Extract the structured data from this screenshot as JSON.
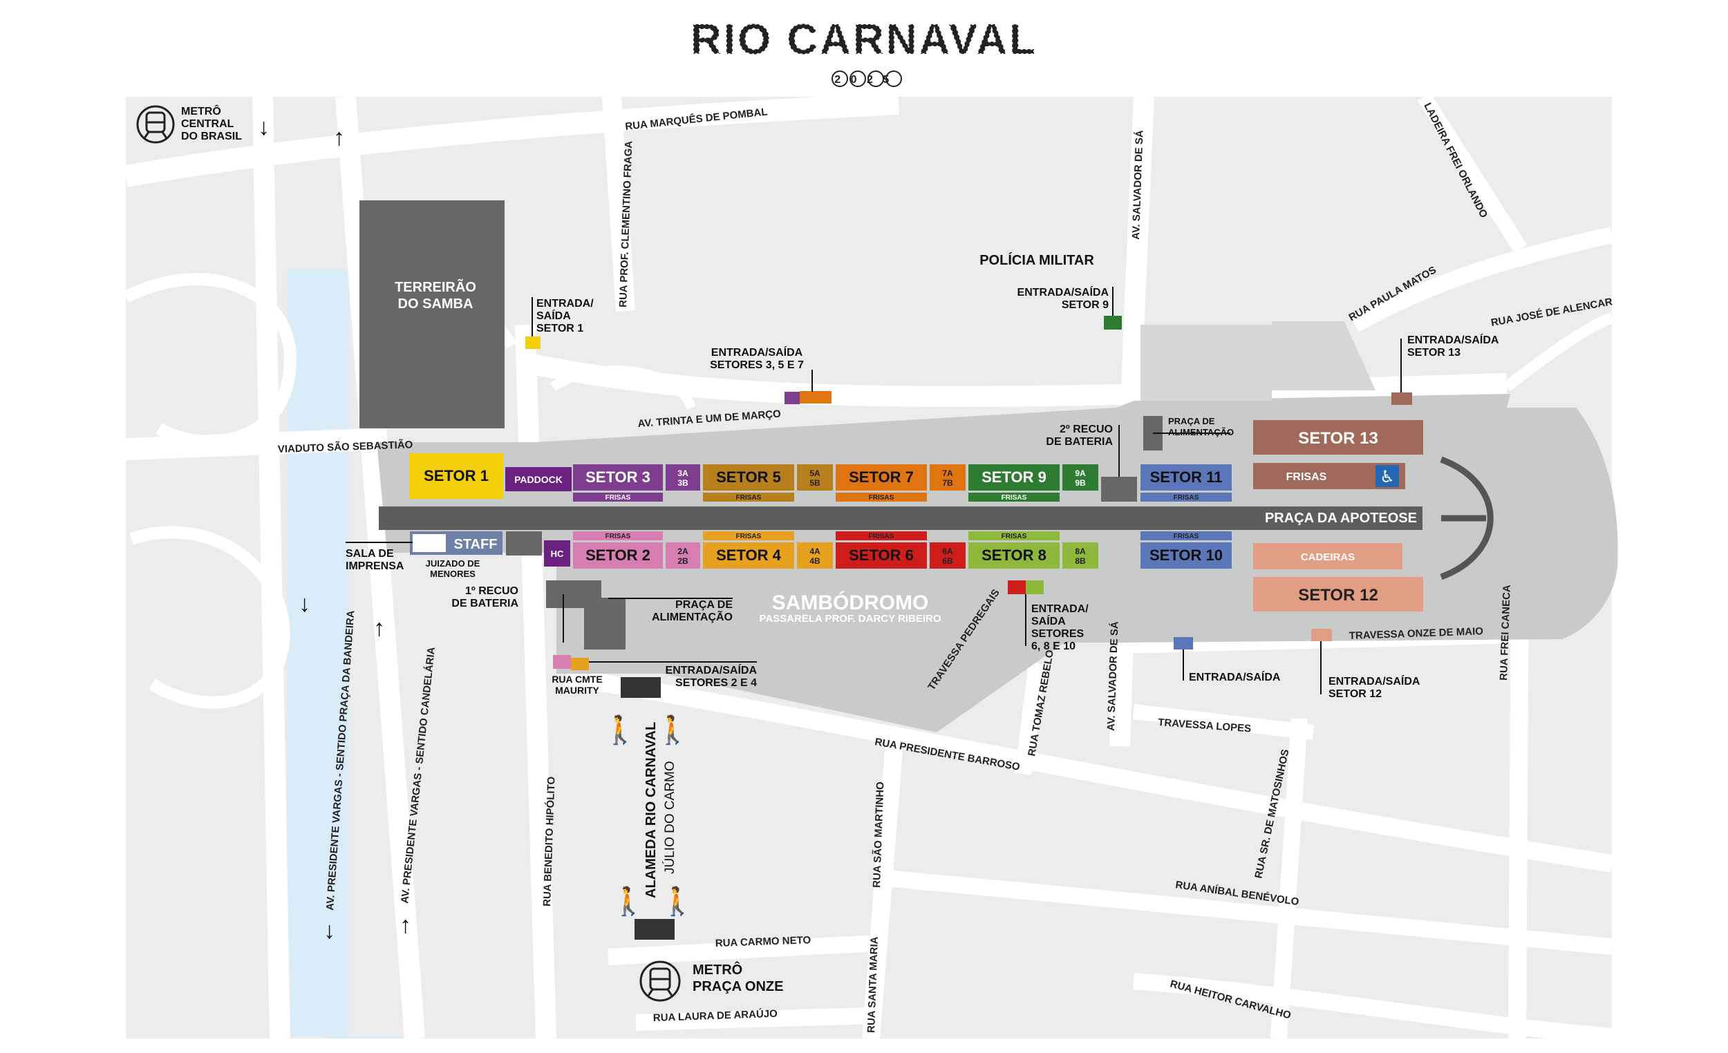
{
  "header": {
    "logo_text": "RIO CARNAVAL",
    "year": "2025"
  },
  "colors": {
    "yellow": "#f2cf0a",
    "purple": "#7f3d90",
    "dark_purple": "#6b2180",
    "brown_gold": "#b8801c",
    "orange": "#e07411",
    "green": "#2e7b32",
    "blue": "#5c77b9",
    "brown": "#a0695a",
    "pink": "#d77db1",
    "light_orange": "#e7a11e",
    "red": "#cf1d1b",
    "lime": "#8db83b",
    "salmon": "#e29d85",
    "dark_gray": "#666868",
    "track_gray": "#5c5d5e",
    "area_gray": "#c9caca",
    "water": "#d9ecf7"
  },
  "icons": {
    "metro_icon": "metro-train-icon",
    "accessibility_icon": "wheelchair-icon",
    "pedestrian_icon": "pedestrian-icon",
    "arrow_up": "↑",
    "arrow_down": "↓"
  },
  "landmarks": {
    "metro_central": [
      "METRÔ",
      "CENTRAL",
      "DO BRASIL"
    ],
    "metro_praca_onze": [
      "METRÔ",
      "PRAÇA ONZE"
    ],
    "terreirao": [
      "TERREIRÃO",
      "DO SAMBA"
    ],
    "policia_militar": "POLÍCIA MILITAR",
    "sambodromo": "SAMBÓDROMO",
    "sambodromo_sub": "PASSARELA PROF. DARCY RIBEIRO",
    "praca_apoteose": "PRAÇA DA APOTEOSE"
  },
  "sectors": {
    "setor1": "SETOR 1",
    "paddock": "PADDOCK",
    "setor3": "SETOR 3",
    "s3ab": [
      "3A",
      "3B"
    ],
    "setor5": "SETOR 5",
    "s5ab": [
      "5A",
      "5B"
    ],
    "setor7": "SETOR 7",
    "s7ab": [
      "7A",
      "7B"
    ],
    "setor9": "SETOR 9",
    "s9ab": [
      "9A",
      "9B"
    ],
    "setor11": "SETOR 11",
    "setor13": "SETOR 13",
    "frisas_big": "FRISAS",
    "frisas": "FRISAS",
    "staff": "STAFF",
    "hc": "HC",
    "setor2": "SETOR 2",
    "s2ab": [
      "2A",
      "2B"
    ],
    "setor4": "SETOR 4",
    "s4ab": [
      "4A",
      "4B"
    ],
    "setor6": "SETOR 6",
    "s6ab": [
      "6A",
      "6B"
    ],
    "setor8": "SETOR 8",
    "s8ab": [
      "8A",
      "8B"
    ],
    "setor10": "SETOR 10",
    "cadeiras": "CADEIRAS",
    "setor12": "SETOR 12"
  },
  "annotations": {
    "entrada_setor1": [
      "ENTRADA/",
      "SAÍDA",
      "SETOR 1"
    ],
    "entrada_setores_357": [
      "ENTRADA/SAÍDA",
      "SETORES 3, 5 E 7"
    ],
    "entrada_setor9": [
      "ENTRADA/SAÍDA",
      "SETOR 9"
    ],
    "entrada_setor13": [
      "ENTRADA/SAÍDA",
      "SETOR 13"
    ],
    "recuo2": [
      "2º RECUO",
      "DE BATERIA"
    ],
    "praca_alimentacao_top": [
      "PRAÇA DE",
      "ALIMENTAÇÃO"
    ],
    "sala_imprensa": [
      "SALA DE",
      "IMPRENSA"
    ],
    "juizado": [
      "JUIZADO DE",
      "MENORES"
    ],
    "recuo1": [
      "1º RECUO",
      "DE BATERIA"
    ],
    "praca_alimentacao_bottom": [
      "PRAÇA DE",
      "ALIMENTAÇÃO"
    ],
    "entrada_setores_6810": [
      "ENTRADA/",
      "SAÍDA",
      "SETORES",
      "6, 8 E 10"
    ],
    "entrada_saida": "ENTRADA/SAÍDA",
    "entrada_setor12": [
      "ENTRADA/SAÍDA",
      "SETOR 12"
    ],
    "rua_cmte_maurity": [
      "RUA CMTE",
      "MAURITY"
    ],
    "entrada_setores_24": [
      "ENTRADA/SAÍDA",
      "SETORES 2 E 4"
    ]
  },
  "streets": {
    "marques_pombal": "RUA MARQUÊS DE POMBAL",
    "clementino_fraga": "RUA PROF. CLEMENTINO FRAGA",
    "salvador_sa_top": "AV. SALVADOR DE SÁ",
    "frei_orlando": "LADEIRA FREI ORLANDO",
    "paula_matos": "RUA PAULA MATOS",
    "jose_alencar": "RUA JOSÉ DE ALENCAR",
    "trinta_marco": "AV. TRINTA E UM DE MARÇO",
    "viaduto": "VIADUTO SÃO SEBASTIÃO",
    "pres_vargas_bandeira": "AV. PRESIDENTE VARGAS - SENTIDO PRAÇA DA BANDEIRA",
    "pres_vargas_candelaria": "AV. PRESIDENTE VARGAS - SENTIDO CANDELÁRIA",
    "benedito_hipolito": "RUA BENEDITO HIPÓLITO",
    "alameda": "ALAMEDA RIO CARNAVAL",
    "julio_carmo": "JÚLIO DO CARMO",
    "pedregais": "TRAVESSA PEDREGAIS",
    "tomaz_rebelo": "RUA TOMAZ REBELO",
    "salvador_sa_bottom": "AV. SALVADOR DE SÁ",
    "onze_maio": "TRAVESSA ONZE DE MAIO",
    "frei_caneca": "RUA FREI CANECA",
    "travessa_lopes": "TRAVESSA LOPES",
    "presidente_barroso": "RUA PRESIDENTE BARROSO",
    "sao_martinho": "RUA SÃO MARTINHO",
    "matosinhos": "RUA SR. DE MATOSINHOS",
    "anibal_benevolo": "RUA ANÍBAL BENÉVOLO",
    "carmo_neto": "RUA CARMO NETO",
    "santa_maria": "RUA SANTA MARIA",
    "heitor_carvalho": "RUA HEITOR CARVALHO",
    "laura_araujo": "RUA LAURA DE ARAÚJO"
  }
}
